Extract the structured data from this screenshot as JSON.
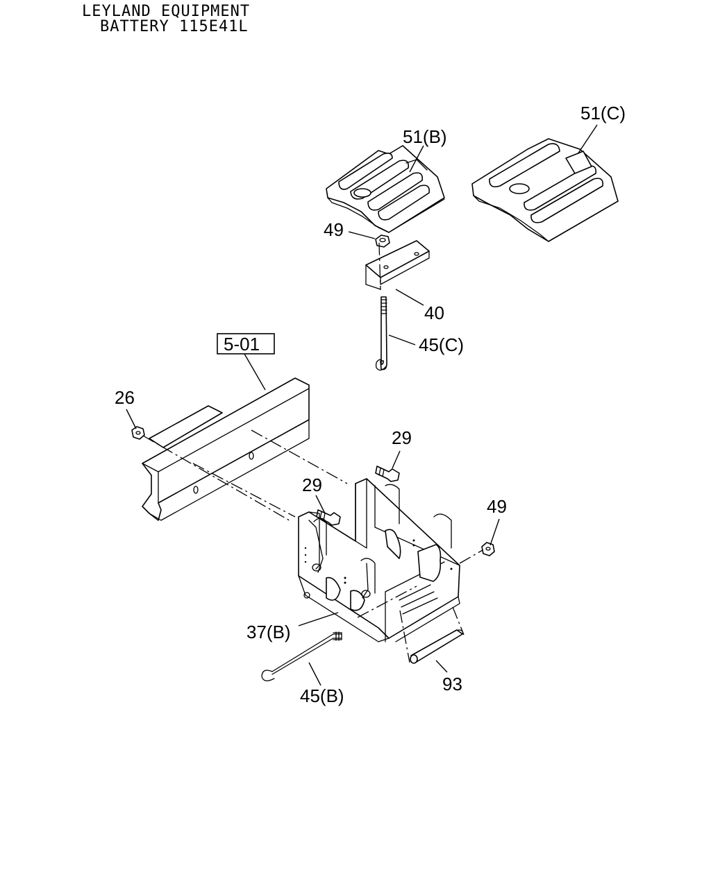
{
  "header": {
    "line1": "LEYLAND EQUIPMENT",
    "line2": "BATTERY 115E41L"
  },
  "reference_box": {
    "label": "5-01"
  },
  "callouts": {
    "battery_b": "51(B)",
    "battery_c": "51(C)",
    "nut_top": "49",
    "clamp_plate": "40",
    "hook_bolt_c": "45(C)",
    "nut_frame": "26",
    "bolt_right": "29",
    "bolt_left": "29",
    "nut_right": "49",
    "bracket": "37(B)",
    "hook_bolt_b": "45(B)",
    "rod": "93"
  }
}
